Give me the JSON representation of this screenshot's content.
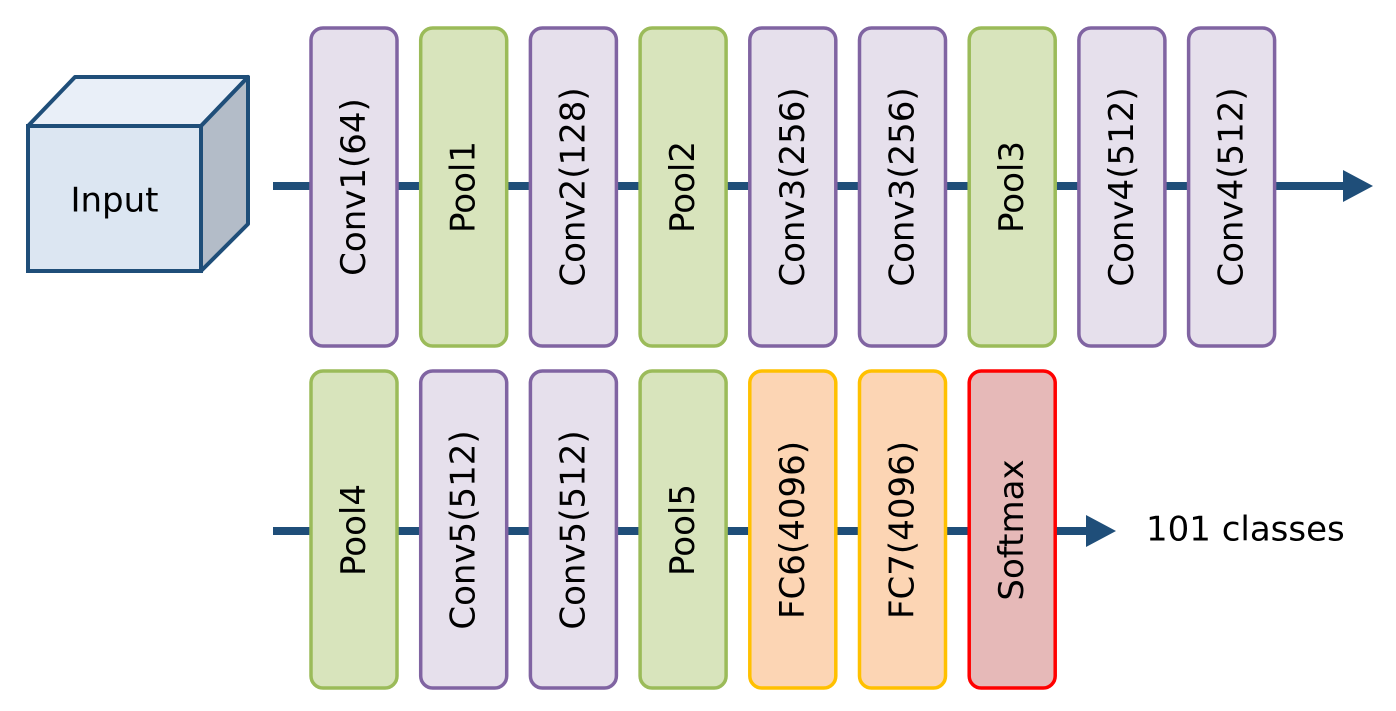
{
  "input": {
    "label": "Input"
  },
  "output": {
    "label": "101 classes"
  },
  "colors": {
    "arrow": "#1f4e79",
    "conv_fill": "#e6e0ec",
    "conv_stroke": "#8064a2",
    "pool_fill": "#d8e4bc",
    "pool_stroke": "#9bbb59",
    "fc_fill": "#fcd5b4",
    "fc_stroke": "#ffc000",
    "softmax_fill": "#e6b9b8",
    "softmax_stroke": "#ff0000",
    "cube_front": "#dce6f2",
    "cube_top": "#e9eff8",
    "cube_side": "#b3bcc8",
    "cube_stroke": "#1f4e79"
  },
  "rows": [
    {
      "layers": [
        {
          "label": "Conv1(64)",
          "kind": "conv"
        },
        {
          "label": "Pool1",
          "kind": "pool"
        },
        {
          "label": "Conv2(128)",
          "kind": "conv"
        },
        {
          "label": "Pool2",
          "kind": "pool"
        },
        {
          "label": "Conv3(256)",
          "kind": "conv"
        },
        {
          "label": "Conv3(256)",
          "kind": "conv"
        },
        {
          "label": "Pool3",
          "kind": "pool"
        },
        {
          "label": "Conv4(512)",
          "kind": "conv"
        },
        {
          "label": "Conv4(512)",
          "kind": "conv"
        }
      ]
    },
    {
      "layers": [
        {
          "label": "Pool4",
          "kind": "pool"
        },
        {
          "label": "Conv5(512)",
          "kind": "conv"
        },
        {
          "label": "Conv5(512)",
          "kind": "conv"
        },
        {
          "label": "Pool5",
          "kind": "pool"
        },
        {
          "label": "FC6(4096)",
          "kind": "fc"
        },
        {
          "label": "FC7(4096)",
          "kind": "fc"
        },
        {
          "label": "Softmax",
          "kind": "softmax"
        }
      ]
    }
  ]
}
